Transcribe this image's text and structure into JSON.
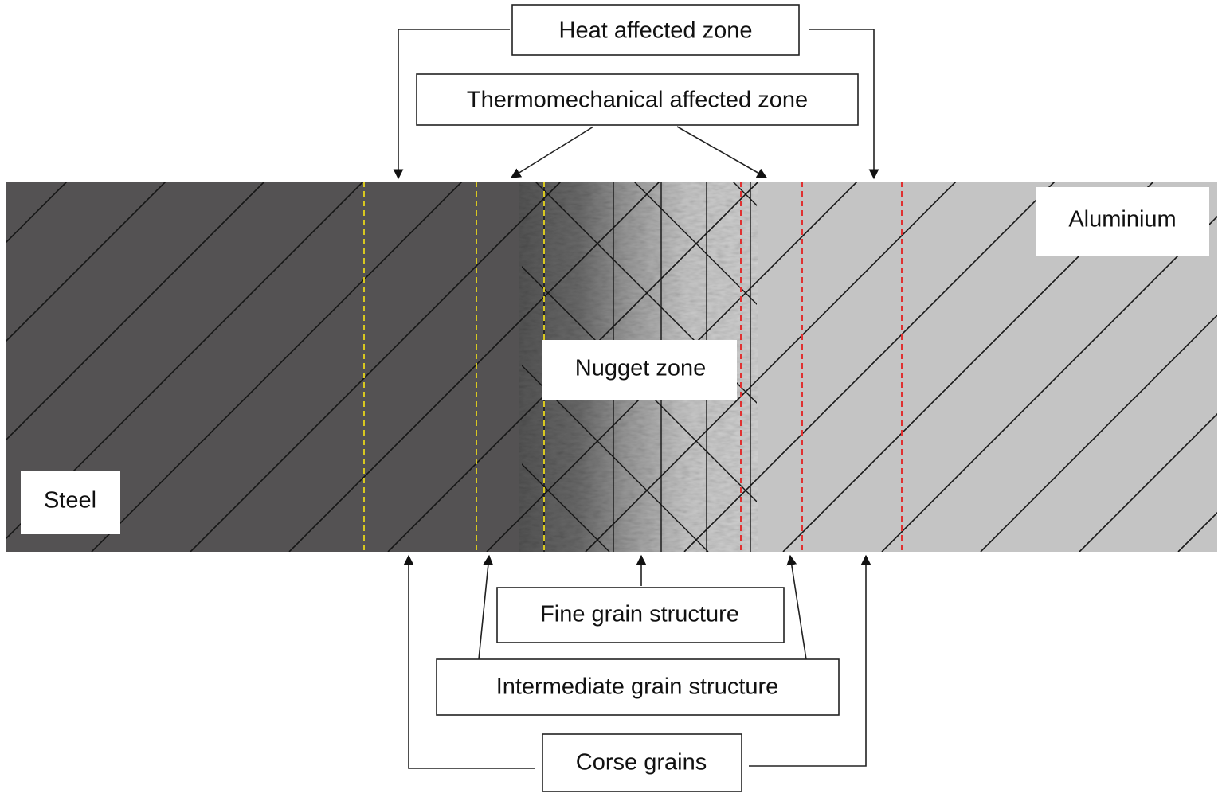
{
  "labels": {
    "heat_affected_zone": "Heat affected zone",
    "thermomechanical_affected_zone": "Thermomechanical affected zone",
    "aluminium": "Aluminium",
    "nugget_zone": "Nugget zone",
    "steel": "Steel",
    "fine_grain": "Fine grain structure",
    "intermediate_grain": "Intermediate grain structure",
    "coarse_grains": "Corse grains"
  },
  "colors": {
    "steel": "#545253",
    "aluminium": "#c4c4c4",
    "steel_boundary": "#d8c820",
    "aluminium_boundary": "#e03030",
    "hatch": "#151515"
  }
}
